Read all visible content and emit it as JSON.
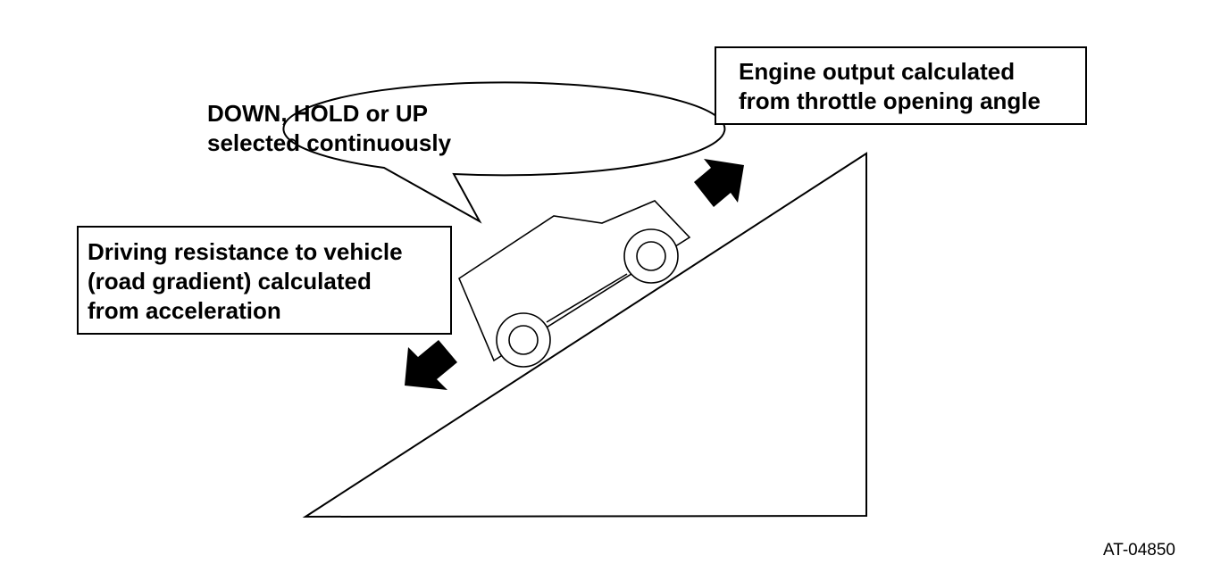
{
  "callouts": {
    "engine": {
      "line1": "Engine output calculated",
      "line2": "from throttle opening angle"
    },
    "shift": {
      "line1": "DOWN, HOLD or UP",
      "line2": "selected continuously"
    },
    "resistance": {
      "line1": "Driving resistance to vehicle",
      "line2": "(road gradient) calculated",
      "line3": "from acceleration"
    }
  },
  "figure_code": "AT-04850",
  "colors": {
    "stroke": "#000000",
    "fill": "#ffffff"
  }
}
